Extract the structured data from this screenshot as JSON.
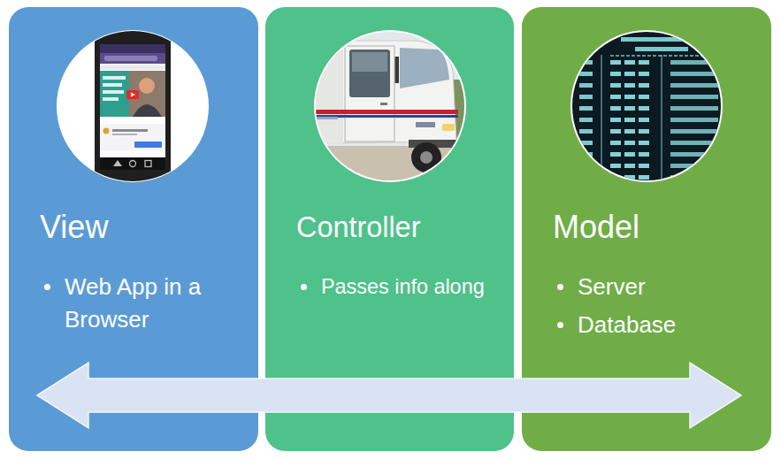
{
  "diagram": {
    "nodes": [
      {
        "text": [
          "View",
          "Web App in a Browser"
        ]
      },
      {
        "text": [
          "Controller",
          "Passes info along"
        ]
      },
      {
        "text": [
          "Model",
          "Server",
          "Database"
        ]
      }
    ],
    "edges": [
      {
        "from": 0,
        "to": 2,
        "arrow": "both"
      }
    ]
  }
}
